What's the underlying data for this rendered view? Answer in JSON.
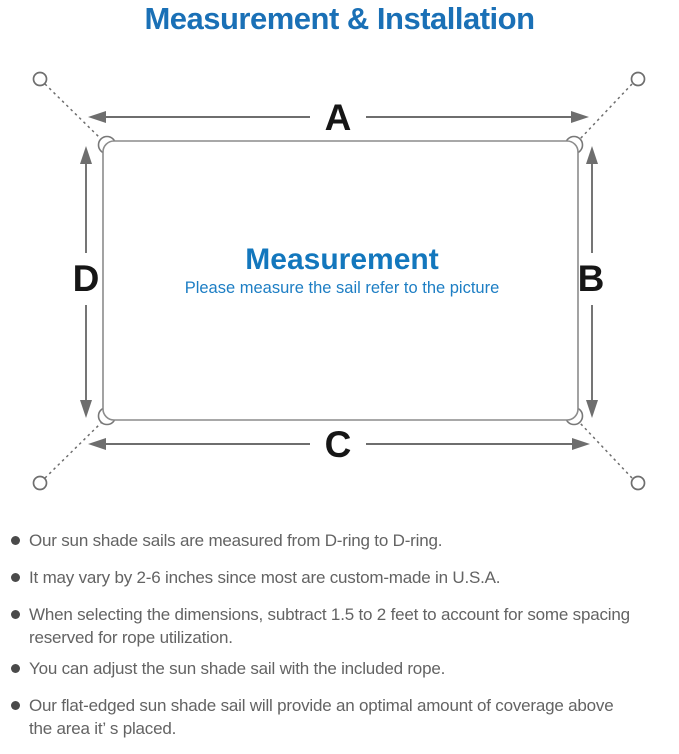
{
  "title": "Measurement & Installation",
  "diagram": {
    "center_title": "Measurement",
    "center_subtitle": "Please measure the sail refer to the picture",
    "dimension_labels": {
      "top": "A",
      "right": "B",
      "bottom": "C",
      "left": "D"
    }
  },
  "bullets": [
    [
      "Our sun shade sails are measured from D-ring to D-ring."
    ],
    [
      "It may vary by 2-6 inches since most are custom-made in U.S.A."
    ],
    [
      "When selecting the dimensions, subtract 1.5 to 2 feet to account for some spacing",
      "reserved for rope utilization."
    ],
    [
      "You can adjust the sun shade sail with the included rope."
    ],
    [
      "Our flat-edged sun shade sail will provide an optimal amount of coverage above",
      "the area it’ s placed."
    ]
  ],
  "colors": {
    "title_blue": "#1a70b6",
    "center_blue": "#1377bd",
    "line_gray": "#6e6e6e",
    "sail_outline_gray": "#8c8c8c",
    "label_black": "#161616",
    "note_text_gray": "#636363"
  }
}
